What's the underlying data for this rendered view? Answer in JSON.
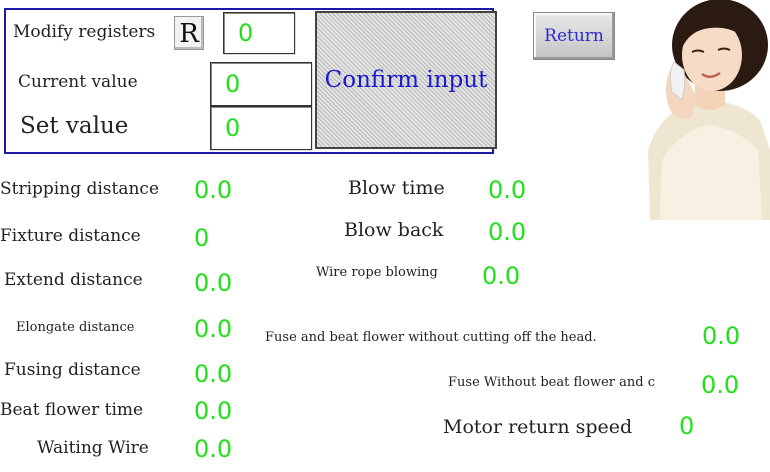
{
  "top_panel": {
    "modify_registers_label": "Modify registers",
    "register_button": "R",
    "register_value": "0",
    "current_value_label": "Current value",
    "current_value": "0",
    "set_value_label": "Set value",
    "set_value": "0",
    "confirm_label": "Confirm input"
  },
  "return_label": "Return",
  "left_params": [
    {
      "label": "Stripping distance",
      "value": "0.0"
    },
    {
      "label": "Fixture distance",
      "value": "0"
    },
    {
      "label": "Extend distance",
      "value": "0.0"
    },
    {
      "label": "Elongate distance",
      "value": "0.0"
    },
    {
      "label": "Fusing distance",
      "value": "0.0"
    },
    {
      "label": "Beat flower time",
      "value": "0.0"
    },
    {
      "label": "Waiting Wire",
      "value": "0.0"
    }
  ],
  "right_params": [
    {
      "label": "Blow time",
      "value": "0.0"
    },
    {
      "label": "Blow back",
      "value": "0.0"
    },
    {
      "label": "Wire rope blowing",
      "value": "0.0"
    },
    {
      "label": "Fuse and beat flower without cutting off the head.",
      "value": "0.0"
    },
    {
      "label": "Fuse Without beat flower and c",
      "value": "0.0"
    },
    {
      "label": "Motor return speed",
      "value": "0"
    }
  ],
  "colors": {
    "value_green": "#22e01a",
    "panel_border": "#1a1aa6",
    "button_text": "#2a2ad0"
  },
  "icons": {
    "operator_photo": "headset-operator-photo"
  }
}
